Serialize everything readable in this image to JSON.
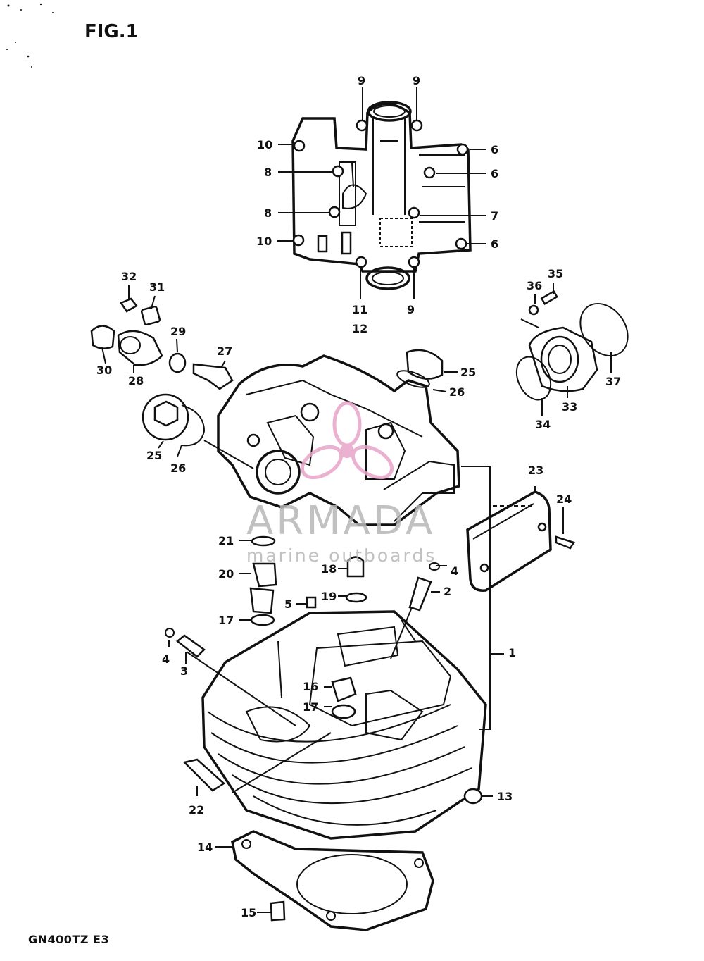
{
  "figure": {
    "title": "FIG.1",
    "footer": "GN400TZ E3"
  },
  "watermark": {
    "brand": "ARMADA",
    "tagline": "marine outboards",
    "accent_color": "#e8a4c8",
    "text_color": "#b7b7b7"
  },
  "parts": [
    {
      "id": "p9a",
      "label": "9"
    },
    {
      "id": "p9b",
      "label": "9"
    },
    {
      "id": "p10a",
      "label": "10"
    },
    {
      "id": "p6a",
      "label": "6"
    },
    {
      "id": "p8a",
      "label": "8"
    },
    {
      "id": "p6b",
      "label": "6"
    },
    {
      "id": "p8b",
      "label": "8"
    },
    {
      "id": "p7",
      "label": "7"
    },
    {
      "id": "p10b",
      "label": "10"
    },
    {
      "id": "p6c",
      "label": "6"
    },
    {
      "id": "p11",
      "label": "11"
    },
    {
      "id": "p9c",
      "label": "9"
    },
    {
      "id": "p12",
      "label": "12"
    },
    {
      "id": "p32",
      "label": "32"
    },
    {
      "id": "p31",
      "label": "31"
    },
    {
      "id": "p35",
      "label": "35"
    },
    {
      "id": "p36",
      "label": "36"
    },
    {
      "id": "p29",
      "label": "29"
    },
    {
      "id": "p27",
      "label": "27"
    },
    {
      "id": "p30",
      "label": "30"
    },
    {
      "id": "p28",
      "label": "28"
    },
    {
      "id": "p25a",
      "label": "25"
    },
    {
      "id": "p26a",
      "label": "26"
    },
    {
      "id": "p37",
      "label": "37"
    },
    {
      "id": "p34",
      "label": "34"
    },
    {
      "id": "p33",
      "label": "33"
    },
    {
      "id": "p25b",
      "label": "25"
    },
    {
      "id": "p26b",
      "label": "26"
    },
    {
      "id": "p23",
      "label": "23"
    },
    {
      "id": "p24",
      "label": "24"
    },
    {
      "id": "p21",
      "label": "21"
    },
    {
      "id": "p18",
      "label": "18"
    },
    {
      "id": "p4a",
      "label": "4"
    },
    {
      "id": "p20",
      "label": "20"
    },
    {
      "id": "p2",
      "label": "2"
    },
    {
      "id": "p5",
      "label": "5"
    },
    {
      "id": "p19",
      "label": "19"
    },
    {
      "id": "p17a",
      "label": "17"
    },
    {
      "id": "p1",
      "label": "1"
    },
    {
      "id": "p4b",
      "label": "4"
    },
    {
      "id": "p3",
      "label": "3"
    },
    {
      "id": "p16",
      "label": "16"
    },
    {
      "id": "p17b",
      "label": "17"
    },
    {
      "id": "p13",
      "label": "13"
    },
    {
      "id": "p22",
      "label": "22"
    },
    {
      "id": "p14",
      "label": "14"
    },
    {
      "id": "p15",
      "label": "15"
    }
  ]
}
